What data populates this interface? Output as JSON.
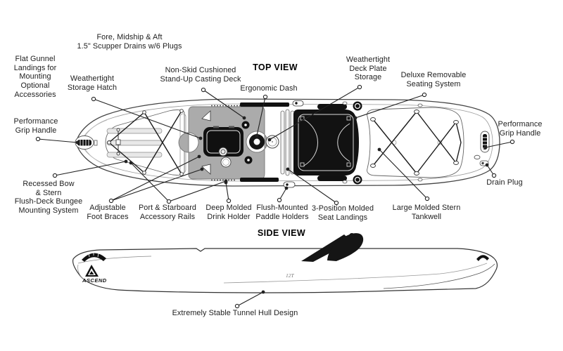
{
  "titles": {
    "top_view": "TOP VIEW",
    "side_view": "SIDE VIEW"
  },
  "labels": {
    "scupper_drains": "Fore, Midship & Aft\n1.5\" Scupper Drains w/6 Plugs",
    "flat_gunnel": "Flat Gunnel\nLandings for\nMounting\nOptional\nAccessories",
    "storage_hatch": "Weathertight\nStorage Hatch",
    "non_skid_deck": "Non-Skid Cushioned\nStand-Up Casting Deck",
    "ergonomic_dash": "Ergonomic Dash",
    "deck_plate_storage": "Weathertight\nDeck Plate\nStorage",
    "deluxe_seating": "Deluxe Removable\nSeating System",
    "grip_handle_left": "Performance\nGrip Handle",
    "grip_handle_right": "Performance\nGrip Handle",
    "recessed_bungee": "Recessed Bow\n& Stern\nFlush-Deck Bungee\nMounting System",
    "foot_braces": "Adjustable\nFoot Braces",
    "accessory_rails": "Port & Starboard\nAccessory Rails",
    "drink_holder": "Deep Molded\nDrink Holder",
    "paddle_holders": "Flush-Mounted\nPaddle Holders",
    "seat_landings": "3-Position Molded\nSeat Landings",
    "stern_tankwell": "Large Molded Stern\nTankwell",
    "drain_plug": "Drain Plug",
    "tunnel_hull": "Extremely Stable Tunnel Hull Design"
  },
  "boat": {
    "brand": "ASCEND",
    "model": "12T"
  },
  "colors": {
    "ink": "#1d1d1d",
    "deck_gray": "#ababab",
    "background": "#ffffff"
  }
}
